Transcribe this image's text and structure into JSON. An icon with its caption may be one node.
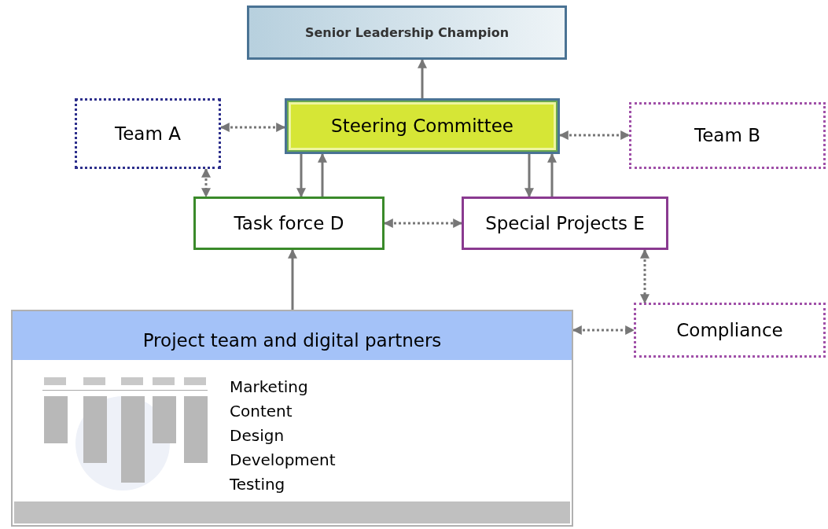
{
  "diagram": {
    "nodes": [
      {
        "text": [
          "Senior Leadership Champion"
        ]
      },
      {
        "text": [
          "Team A"
        ]
      },
      {
        "text": [
          "Steering Committee"
        ]
      },
      {
        "text": [
          "Team B"
        ]
      },
      {
        "text": [
          "Task force D"
        ]
      },
      {
        "text": [
          "Special Projects E"
        ]
      },
      {
        "text": [
          "Project team and digital partners",
          "Marketing",
          "Content",
          "Design",
          "Development",
          "Testing"
        ]
      },
      {
        "text": [
          "Compliance"
        ]
      }
    ],
    "edges": [
      {
        "from": 2,
        "to": 0,
        "arrow": "to"
      },
      {
        "from": 1,
        "to": 2,
        "arrow": "both",
        "style": "dashed"
      },
      {
        "from": 2,
        "to": 3,
        "arrow": "both",
        "style": "dashed"
      },
      {
        "from": 1,
        "to": 4,
        "arrow": "both",
        "style": "dashed"
      },
      {
        "from": 2,
        "to": 4,
        "arrow": "to"
      },
      {
        "from": 4,
        "to": 2,
        "arrow": "to"
      },
      {
        "from": 2,
        "to": 5,
        "arrow": "to"
      },
      {
        "from": 5,
        "to": 2,
        "arrow": "to"
      },
      {
        "from": 4,
        "to": 5,
        "arrow": "both",
        "style": "dashed"
      },
      {
        "from": 5,
        "to": 7,
        "arrow": "both",
        "style": "dashed"
      },
      {
        "from": 6,
        "to": 4,
        "arrow": "to"
      },
      {
        "from": 6,
        "to": 7,
        "arrow": "both",
        "style": "dashed"
      }
    ]
  }
}
